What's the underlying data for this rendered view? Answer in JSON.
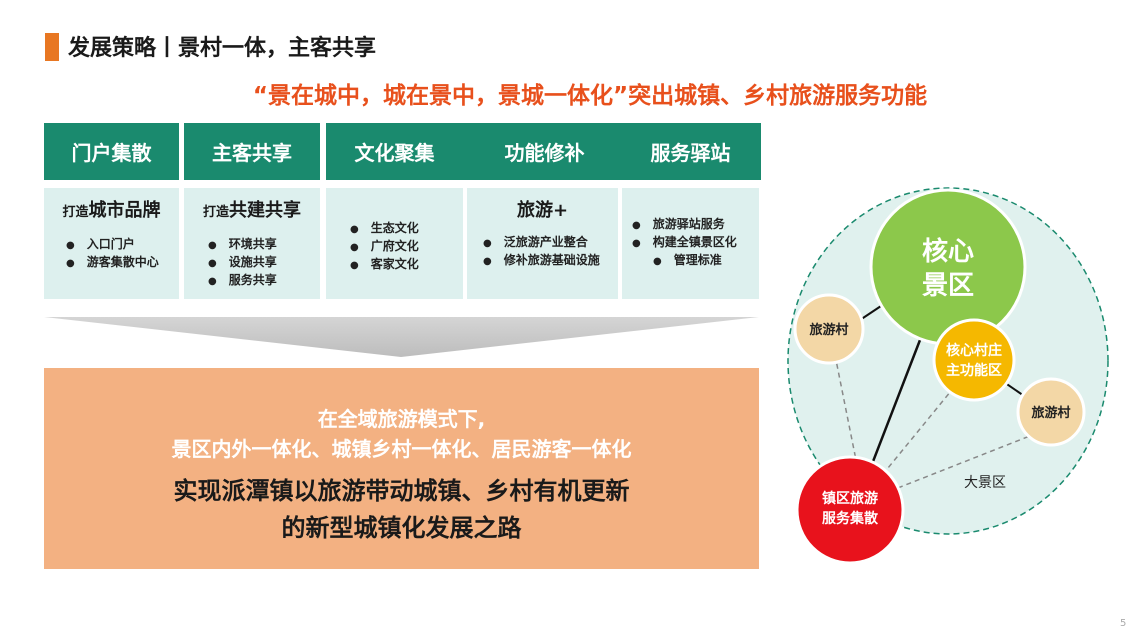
{
  "header": {
    "title": "发展策略丨景村一体，主客共享",
    "subtitle": "“景在城中，城在景中，景城一体化”突出城镇、乡村旅游服务功能"
  },
  "columns": [
    {
      "header": "门户集散",
      "head_pre": "打造",
      "head_main": "城市品牌",
      "items": [
        "入口门户",
        "游客集散中心"
      ]
    },
    {
      "header": "主客共享",
      "head_pre": "打造",
      "head_main": "共建共享",
      "items": [
        "环境共享",
        "设施共享",
        "服务共享"
      ]
    },
    {
      "header": "文化聚集",
      "head_pre": "",
      "head_main": "",
      "items": [
        "生态文化",
        "广府文化",
        "客家文化"
      ]
    },
    {
      "header": "功能修补",
      "head_pre": "",
      "head_main": "旅游+",
      "items": [
        "泛旅游产业整合",
        "修补旅游基础设施"
      ]
    },
    {
      "header": "服务驿站",
      "head_pre": "",
      "head_main": "",
      "items": [
        "旅游驿站服务",
        "构建全镇景区化",
        "管理标准"
      ]
    }
  ],
  "result": {
    "line1": "在全域旅游模式下,",
    "line2": "景区内外一体化、城镇乡村一体化、居民游客一体化",
    "line3": "实现派潭镇以旅游带动城镇、乡村有机更新",
    "line4": "的新型城镇化发展之路"
  },
  "diagram": {
    "core_line1": "核心",
    "core_line2": "景区",
    "village_core_line1": "核心村庄",
    "village_core_line2": "主功能区",
    "village_left": "旅游村",
    "village_right": "旅游村",
    "town_line1": "镇区旅游",
    "town_line2": "服务集散",
    "region": "大景区"
  },
  "colors": {
    "accent_orange": "#e87722",
    "subtitle_red": "#e8501c",
    "header_green": "#1a8a6e",
    "cell_bg": "#ddf0ee",
    "result_bg": "#f3b182",
    "core_green": "#8cc84b",
    "village_yellow": "#f5b800",
    "town_red": "#e8121c"
  },
  "page_number": "5"
}
